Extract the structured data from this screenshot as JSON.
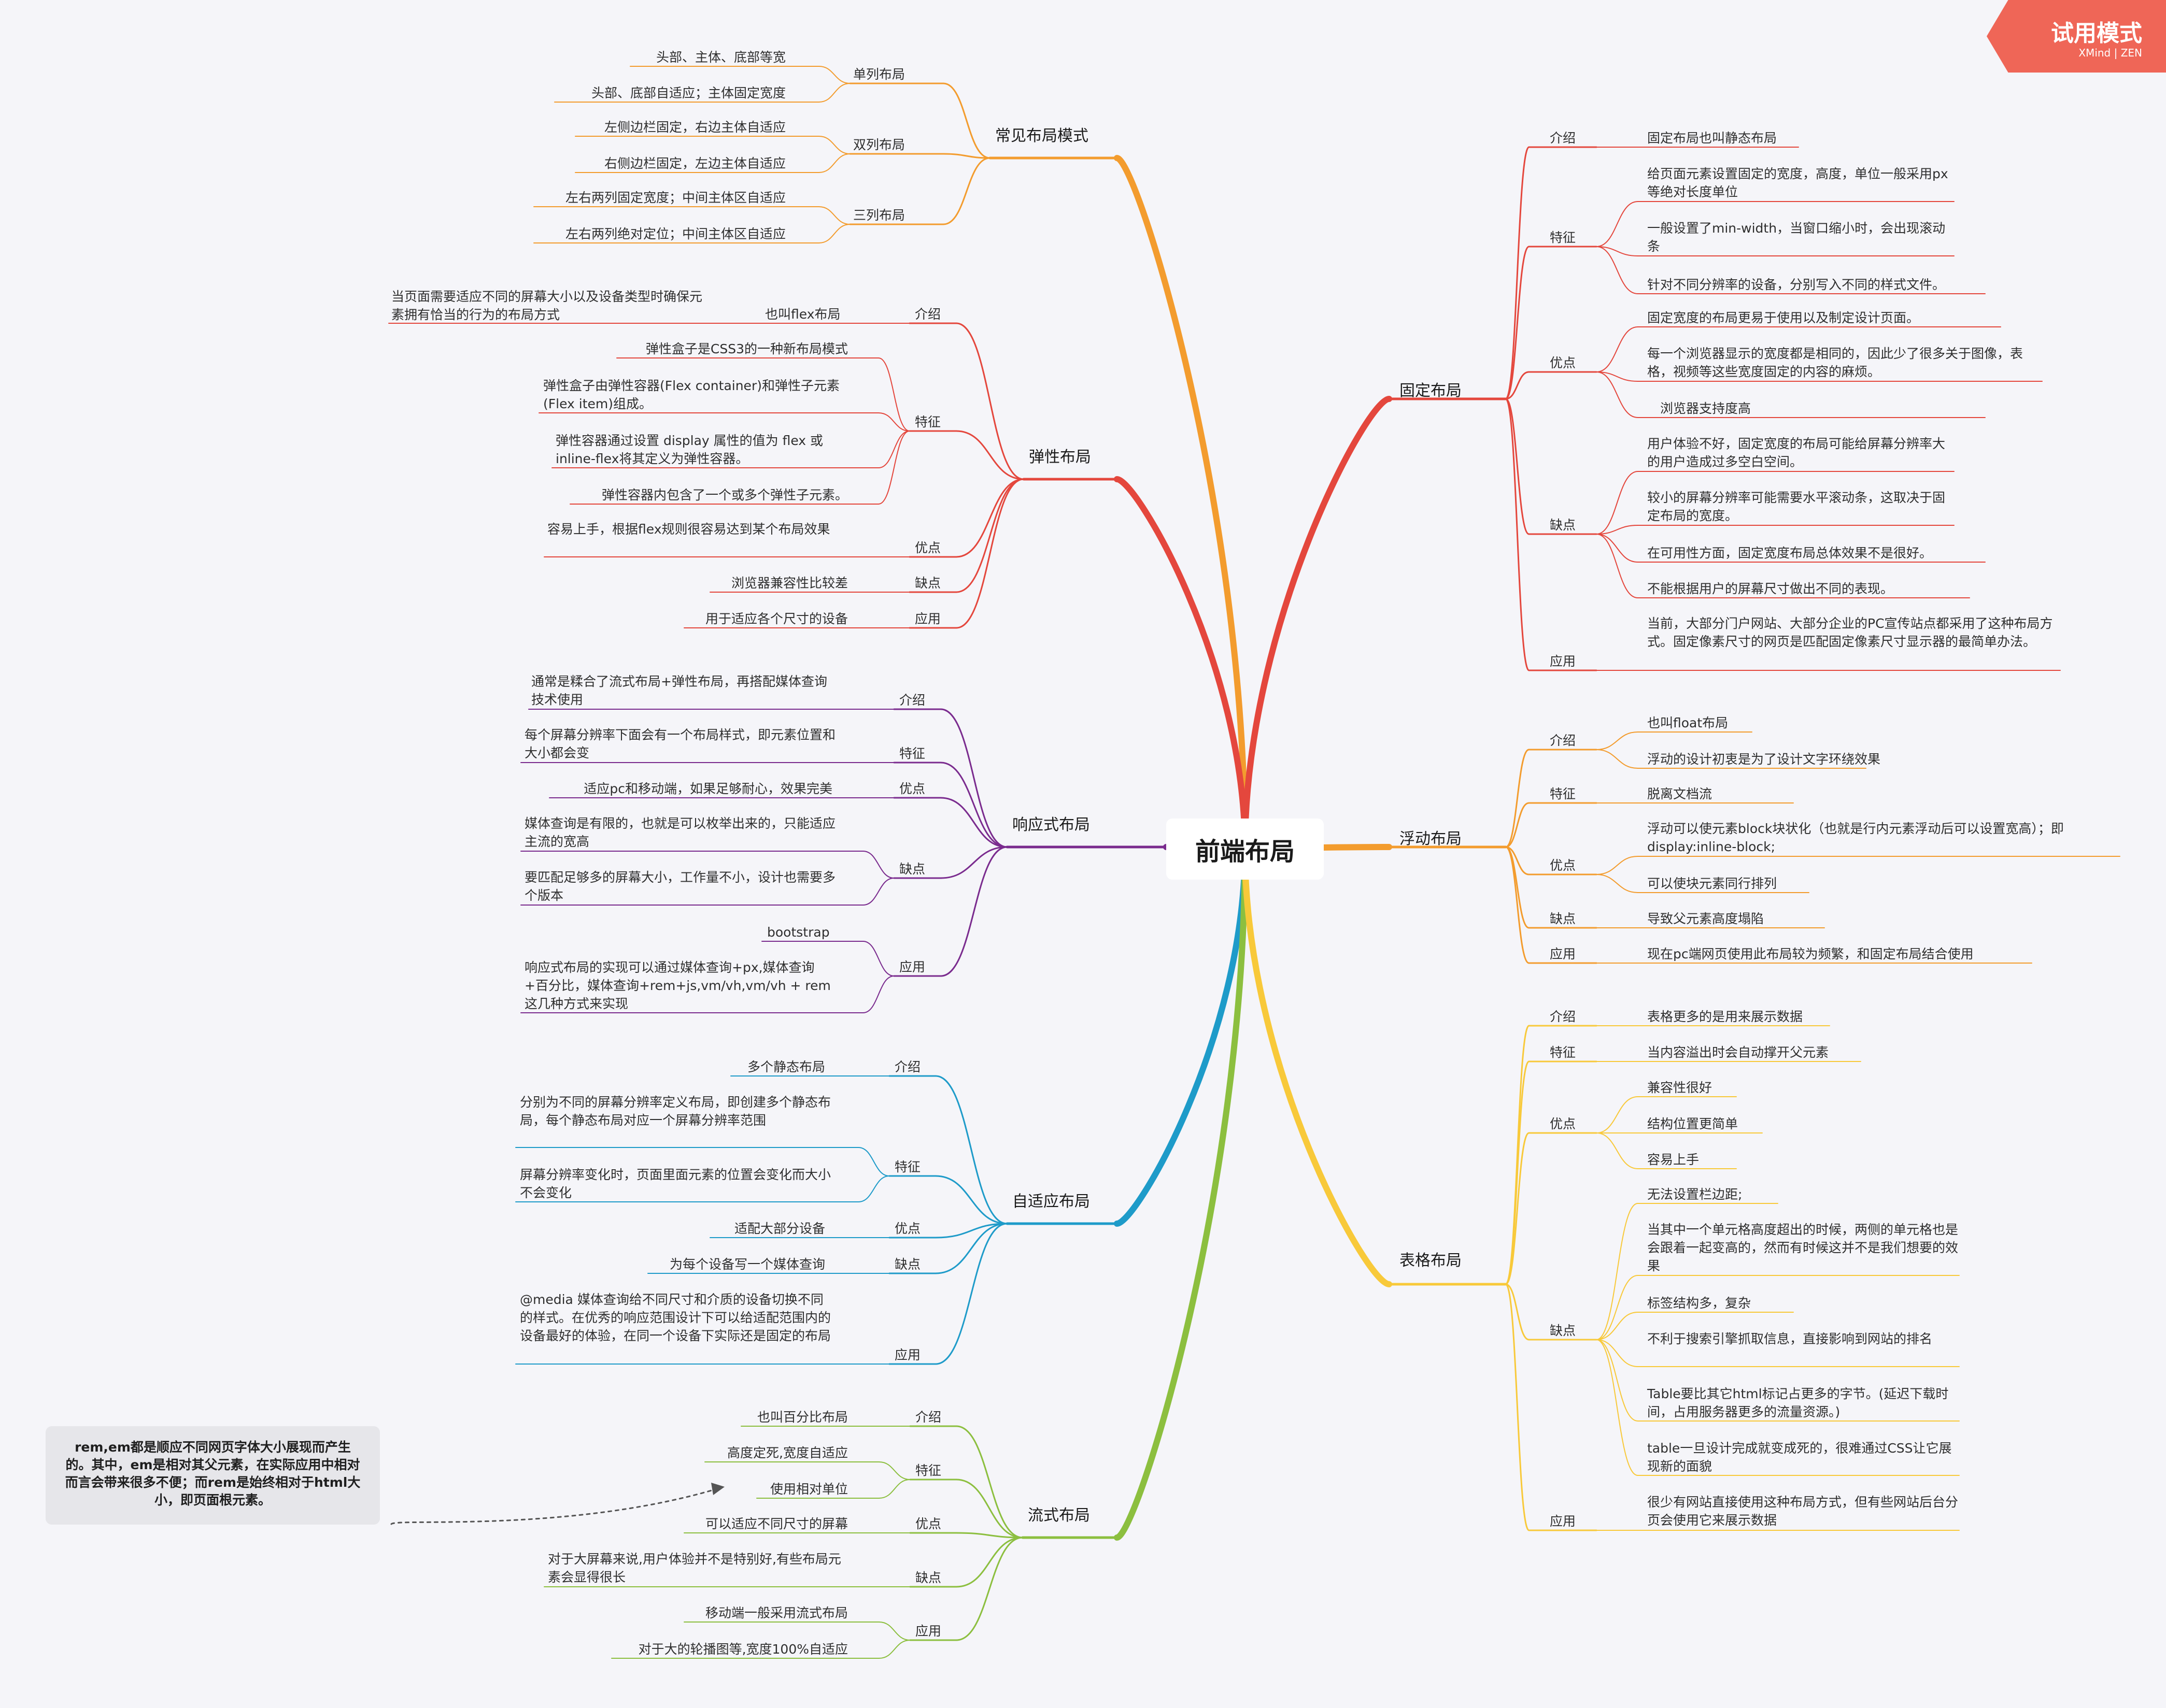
{
  "root": "前端布局",
  "badge": {
    "main": "试用模式",
    "sub": "XMind | ZEN"
  },
  "note": "rem,em都是顺应不同网页字体大小展现而产生的。其中，em是相对其父元素，在实际应用中相对而言会带来很多不便；而rem是始终相对于html大小，即页面根元素。",
  "branches": {
    "common": {
      "title": "常见布局模式",
      "single": {
        "label": "单列布局",
        "items": [
          "头部、主体、底部等宽",
          "头部、底部自适应；主体固定宽度"
        ]
      },
      "double": {
        "label": "双列布局",
        "items": [
          "左侧边栏固定，右边主体自适应",
          "右侧边栏固定，左边主体自适应"
        ]
      },
      "triple": {
        "label": "三列布局",
        "items": [
          "左右两列固定宽度；中间主体区自适应",
          "左右两列绝对定位；中间主体区自适应"
        ]
      }
    },
    "flex": {
      "title": "弹性布局",
      "intro": {
        "label": "介绍",
        "items": [
          "也叫flex布局",
          "当页面需要适应不同的屏幕大小以及设备类型时确保元素拥有恰当的行为的布局方式"
        ]
      },
      "feature": {
        "label": "特征",
        "items": [
          "弹性盒子是CSS3的一种新布局模式",
          "弹性盒子由弹性容器(Flex container)和弹性子元素(Flex item)组成。",
          "弹性容器通过设置 display 属性的值为 flex 或 inline-flex将其定义为弹性容器。",
          "弹性容器内包含了一个或多个弹性子元素。"
        ]
      },
      "pros": {
        "label": "优点",
        "items": [
          "容易上手，根据flex规则很容易达到某个布局效果"
        ]
      },
      "cons": {
        "label": "缺点",
        "items": [
          "浏览器兼容性比较差"
        ]
      },
      "apply": {
        "label": "应用",
        "items": [
          "用于适应各个尺寸的设备"
        ]
      }
    },
    "responsive": {
      "title": "响应式布局",
      "intro": {
        "label": "介绍",
        "items": [
          "通常是糅合了流式布局+弹性布局，再搭配媒体查询技术使用"
        ]
      },
      "feature": {
        "label": "特征",
        "items": [
          "每个屏幕分辨率下面会有一个布局样式，即元素位置和大小都会变"
        ]
      },
      "pros": {
        "label": "优点",
        "items": [
          "适应pc和移动端，如果足够耐心，效果完美"
        ]
      },
      "cons": {
        "label": "缺点",
        "items": [
          "媒体查询是有限的，也就是可以枚举出来的，只能适应主流的宽高",
          "要匹配足够多的屏幕大小，工作量不小，设计也需要多个版本"
        ]
      },
      "apply": {
        "label": "应用",
        "items": [
          "bootstrap",
          "响应式布局的实现可以通过媒体查询+px,媒体查询+百分比，媒体查询+rem+js,vm/vh,vm/vh + rem这几种方式来实现"
        ]
      }
    },
    "adaptive": {
      "title": "自适应布局",
      "intro": {
        "label": "介绍",
        "items": [
          "多个静态布局"
        ]
      },
      "feature": {
        "label": "特征",
        "items": [
          "分别为不同的屏幕分辨率定义布局，即创建多个静态布局，每个静态布局对应一个屏幕分辨率范围",
          "屏幕分辨率变化时，页面里面元素的位置会变化而大小不会变化"
        ]
      },
      "pros": {
        "label": "优点",
        "items": [
          "适配大部分设备"
        ]
      },
      "cons": {
        "label": "缺点",
        "items": [
          "为每个设备写一个媒体查询"
        ]
      },
      "apply": {
        "label": "应用",
        "items": [
          "@media 媒体查询给不同尺寸和介质的设备切换不同的样式。在优秀的响应范围设计下可以给适配范围内的设备最好的体验，在同一个设备下实际还是固定的布局"
        ]
      }
    },
    "fluid": {
      "title": "流式布局",
      "intro": {
        "label": "介绍",
        "items": [
          "也叫百分比布局"
        ]
      },
      "feature": {
        "label": "特征",
        "items": [
          "高度定死,宽度自适应",
          "使用相对单位"
        ]
      },
      "pros": {
        "label": "优点",
        "items": [
          "可以适应不同尺寸的屏幕"
        ]
      },
      "cons": {
        "label": "缺点",
        "items": [
          "对于大屏幕来说,用户体验并不是特别好,有些布局元素会显得很长"
        ]
      },
      "apply": {
        "label": "应用",
        "items": [
          "移动端一般采用流式布局",
          "对于大的轮播图等,宽度100%自适应"
        ]
      }
    },
    "fixed": {
      "title": "固定布局",
      "intro": {
        "label": "介绍",
        "items": [
          "固定布局也叫静态布局"
        ]
      },
      "feature": {
        "label": "特征",
        "items": [
          "给页面元素设置固定的宽度，高度，单位一般采用px等绝对长度单位",
          "一般设置了min-width，当窗口缩小时，会出现滚动条",
          "针对不同分辨率的设备，分别写入不同的样式文件。"
        ]
      },
      "pros": {
        "label": "优点",
        "items": [
          "固定宽度的布局更易于使用以及制定设计页面。",
          "每一个浏览器显示的宽度都是相同的，因此少了很多关于图像，表格，视频等这些宽度固定的内容的麻烦。",
          "浏览器支持度高"
        ]
      },
      "cons": {
        "label": "缺点",
        "items": [
          "用户体验不好，固定宽度的布局可能给屏幕分辨率大的用户造成过多空白空间。",
          "较小的屏幕分辨率可能需要水平滚动条，这取决于固定布局的宽度。",
          "在可用性方面，固定宽度布局总体效果不是很好。",
          "不能根据用户的屏幕尺寸做出不同的表现。"
        ]
      },
      "apply": {
        "label": "应用",
        "items": [
          "当前，大部分门户网站、大部分企业的PC宣传站点都采用了这种布局方式。固定像素尺寸的网页是匹配固定像素尺寸显示器的最简单办法。"
        ]
      }
    },
    "float": {
      "title": "浮动布局",
      "intro": {
        "label": "介绍",
        "items": [
          "也叫float布局",
          "浮动的设计初衷是为了设计文字环绕效果"
        ]
      },
      "feature": {
        "label": "特征",
        "items": [
          "脱离文档流"
        ]
      },
      "pros": {
        "label": "优点",
        "items": [
          "浮动可以使元素block块状化（也就是行内元素浮动后可以设置宽高）；即display:inline-block;",
          "可以使块元素同行排列"
        ]
      },
      "cons": {
        "label": "缺点",
        "items": [
          "导致父元素高度塌陷"
        ]
      },
      "apply": {
        "label": "应用",
        "items": [
          "现在pc端网页使用此布局较为频繁，和固定布局结合使用"
        ]
      }
    },
    "table": {
      "title": "表格布局",
      "intro": {
        "label": "介绍",
        "items": [
          "表格更多的是用来展示数据"
        ]
      },
      "feature": {
        "label": "特征",
        "items": [
          "当内容溢出时会自动撑开父元素"
        ]
      },
      "pros": {
        "label": "优点",
        "items": [
          "兼容性很好",
          "结构位置更简单",
          "容易上手"
        ]
      },
      "cons": {
        "label": "缺点",
        "items": [
          "无法设置栏边距;",
          "当其中一个单元格高度超出的时候，两侧的单元格也是会跟着一起变高的，然而有时候这并不是我们想要的效果",
          "标签结构多，复杂",
          "不利于搜索引擎抓取信息，直接影响到网站的排名",
          "Table要比其它html标记占更多的字节。(延迟下载时间，占用服务器更多的流量资源。)",
          "table一旦设计完成就变成死的，很难通过CSS让它展现新的面貌"
        ]
      },
      "apply": {
        "label": "应用",
        "items": [
          "很少有网站直接使用这种布局方式，但有些网站后台分页会使用它来展示数据"
        ]
      }
    }
  },
  "colors": {
    "common": "#F39C2E",
    "flex": "#E4473D",
    "responsive": "#7A2B8E",
    "adaptive": "#1E9BC9",
    "fluid": "#8CBF3F",
    "fixed": "#E4473D",
    "float": "#F39C2E",
    "table": "#F8C93A"
  }
}
